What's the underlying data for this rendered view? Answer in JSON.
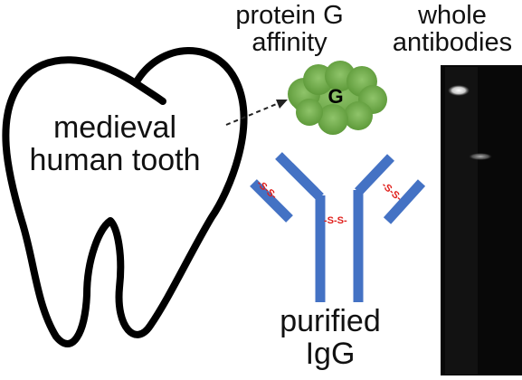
{
  "labels": {
    "tooth_line1": "medieval",
    "tooth_line2": "human tooth",
    "protein_line1": "protein G",
    "protein_line2": "affinity",
    "antibodies_line1": "whole",
    "antibodies_line2": "antibodies",
    "purified_line1": "purified",
    "purified_line2": "IgG"
  },
  "protein_g": {
    "letter": "G",
    "color": "#70ad47"
  },
  "igg": {
    "color": "#4472c4",
    "disulfide_label": "-S-S-",
    "disulfide_color": "#e0201c"
  },
  "gel": {
    "background": "#080808"
  }
}
